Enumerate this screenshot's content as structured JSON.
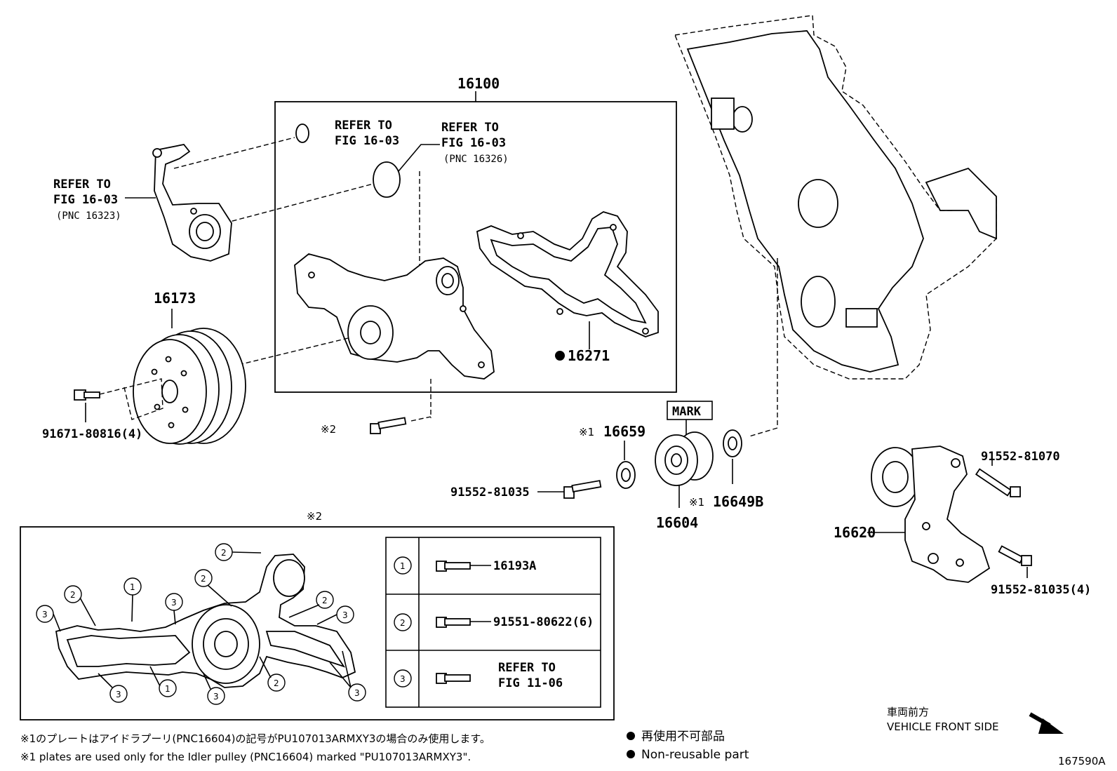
{
  "diagram_id": "167590A",
  "labels": {
    "assy_16100": "16100",
    "pulley_16173": "16173",
    "gasket_16271": "16271",
    "bolt_91671": "91671-80816(4)",
    "refer_top1_a": "REFER TO",
    "refer_top1_b": "FIG 16-03",
    "refer_top2_a": "REFER TO",
    "refer_top2_b": "FIG 16-03",
    "refer_top2_c": "(PNC 16326)",
    "refer_left_a": "REFER TO",
    "refer_left_b": "FIG 16-03",
    "refer_left_c": "(PNC 16323)",
    "mark2_bolt": "※2",
    "mark2_box": "※2",
    "mark_label": "MARK",
    "plate_16659": "16659",
    "plate_16659_mark": "※1",
    "idler_16604": "16604",
    "plate_16649b": "16649B",
    "plate_16649b_mark": "※1",
    "bolt_91552_81035": "91552-81035",
    "tensioner_16620": "16620",
    "bolt_91552_81070": "91552-81070",
    "bolt_91552_81035_4": "91552-81035(4)"
  },
  "legend_table": [
    {
      "num": "1",
      "part": "16193A"
    },
    {
      "num": "2",
      "part": "91551-80622(6)"
    },
    {
      "num": "3",
      "part_a": "REFER TO",
      "part_b": "FIG 11-06"
    }
  ],
  "circle_markers": [
    "1",
    "2",
    "3"
  ],
  "notes": {
    "jp": "※1のプレートはアイドラプーリ(PNC16604)の記号がPU107013ARMXY3の場合のみ使用します。",
    "en": "※1 plates are used only for the Idler pulley (PNC16604) marked \"PU107013ARMXY3\"."
  },
  "legend": {
    "nonreusable_jp": "再使用不可部品",
    "nonreusable_en": "Non-reusable part",
    "front_jp": "車両前方",
    "front_en": "VEHICLE FRONT SIDE"
  }
}
